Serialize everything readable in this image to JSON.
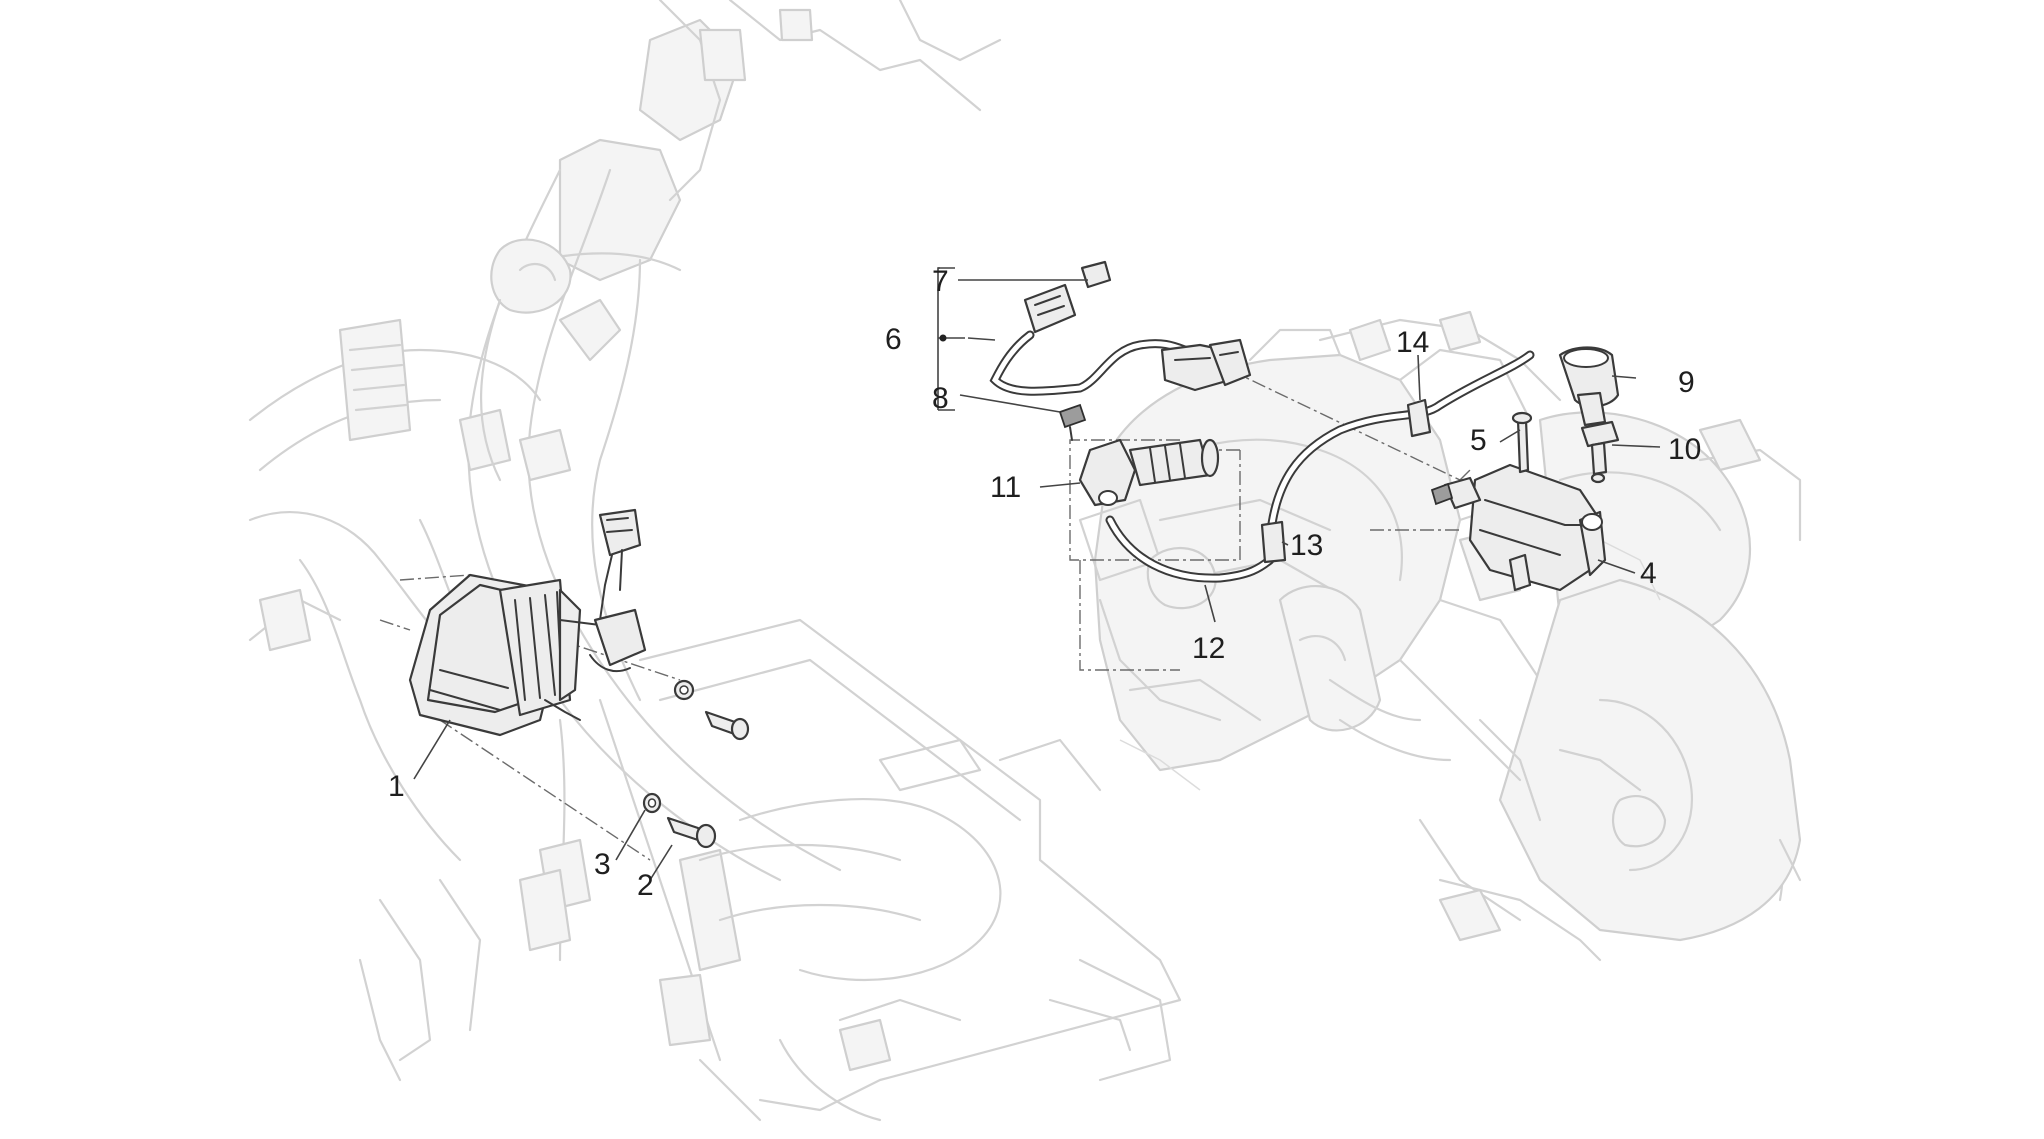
{
  "callouts": {
    "c1": "1",
    "c2": "2",
    "c3": "3",
    "c4": "4",
    "c5": "5",
    "c6": "6",
    "c7": "7",
    "c8": "8",
    "c9": "9",
    "c10": "10",
    "c11": "11",
    "c12": "12",
    "c13": "13",
    "c14": "14"
  },
  "colors": {
    "background": "#ffffff",
    "ghost_outline": "#d2d2d2",
    "part_outline": "#3a3a3a",
    "part_fill": "#ededed"
  }
}
